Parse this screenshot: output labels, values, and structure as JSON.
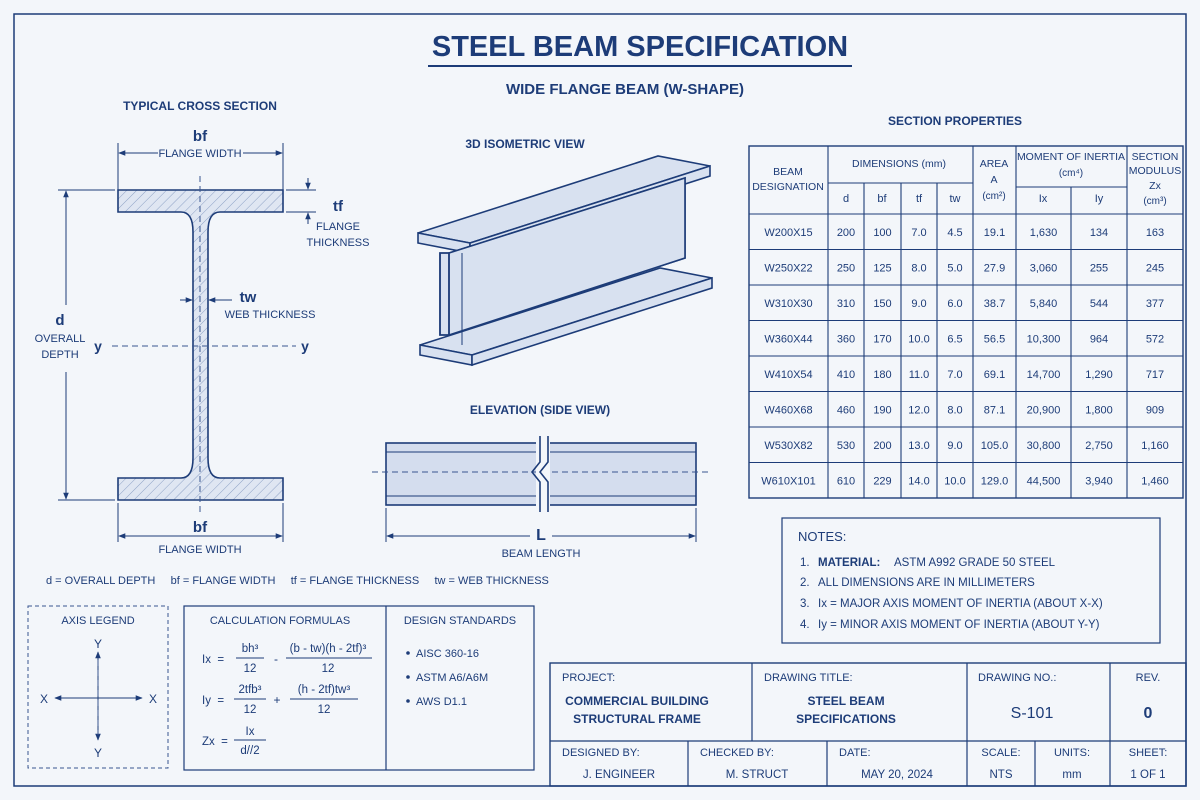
{
  "title": "STEEL BEAM SPECIFICATION",
  "subtitle": "WIDE FLANGE BEAM (W-SHAPE)",
  "cross_section": {
    "heading": "TYPICAL CROSS SECTION",
    "bf_symbol": "bf",
    "bf_label": "FLANGE WIDTH",
    "tf_symbol": "tf",
    "tf_label_1": "FLANGE",
    "tf_label_2": "THICKNESS",
    "tw_symbol": "tw",
    "tw_label": "WEB THICKNESS",
    "d_symbol": "d",
    "d_label_1": "OVERALL",
    "d_label_2": "DEPTH",
    "y_axis": "y",
    "bottom_bf_symbol": "bf",
    "bottom_bf_label": "FLANGE WIDTH",
    "abbreviations": "d = OVERALL DEPTH     bf = FLANGE WIDTH     tf = FLANGE THICKNESS     tw = WEB THICKNESS"
  },
  "iso_view": {
    "heading": "3D ISOMETRIC VIEW"
  },
  "elevation": {
    "heading": "ELEVATION (SIDE VIEW)",
    "length_symbol": "L",
    "length_label": "BEAM LENGTH"
  },
  "table": {
    "heading": "SECTION PROPERTIES",
    "h_designation_1": "BEAM",
    "h_designation_2": "DESIGNATION",
    "h_dimensions": "DIMENSIONS (mm)",
    "h_area_1": "AREA",
    "h_area_2": "A",
    "h_area_3": "(cm²)",
    "h_inertia_1": "MOMENT OF INERTIA",
    "h_inertia_2": "(cm⁴)",
    "h_modulus_1": "SECTION",
    "h_modulus_2": "MODULUS",
    "h_modulus_3": "Zx",
    "h_modulus_4": "(cm³)",
    "sub_headers": [
      "d",
      "bf",
      "tf",
      "tw",
      "Ix",
      "Iy"
    ],
    "rows": [
      [
        "W200X15",
        "200",
        "100",
        "7.0",
        "4.5",
        "19.1",
        "1,630",
        "134",
        "163"
      ],
      [
        "W250X22",
        "250",
        "125",
        "8.0",
        "5.0",
        "27.9",
        "3,060",
        "255",
        "245"
      ],
      [
        "W310X30",
        "310",
        "150",
        "9.0",
        "6.0",
        "38.7",
        "5,840",
        "544",
        "377"
      ],
      [
        "W360X44",
        "360",
        "170",
        "10.0",
        "6.5",
        "56.5",
        "10,300",
        "964",
        "572"
      ],
      [
        "W410X54",
        "410",
        "180",
        "11.0",
        "7.0",
        "69.1",
        "14,700",
        "1,290",
        "717"
      ],
      [
        "W460X68",
        "460",
        "190",
        "12.0",
        "8.0",
        "87.1",
        "20,900",
        "1,800",
        "909"
      ],
      [
        "W530X82",
        "530",
        "200",
        "13.0",
        "9.0",
        "105.0",
        "30,800",
        "2,750",
        "1,160"
      ],
      [
        "W610X101",
        "610",
        "229",
        "14.0",
        "10.0",
        "129.0",
        "44,500",
        "3,940",
        "1,460"
      ]
    ]
  },
  "notes": {
    "heading": "NOTES:",
    "n1_num": "1.",
    "n1_bold": "MATERIAL:",
    "n1_text": "ASTM A992 GRADE 50 STEEL",
    "n2_num": "2.",
    "n2_text": "ALL DIMENSIONS ARE IN MILLIMETERS",
    "n3_num": "3.",
    "n3_text": "Ix = MAJOR AXIS MOMENT OF INERTIA (ABOUT X-X)",
    "n4_num": "4.",
    "n4_text": "Iy = MINOR AXIS MOMENT OF INERTIA (ABOUT Y-Y)"
  },
  "axis_legend": {
    "heading": "AXIS LEGEND",
    "x": "X",
    "y": "Y"
  },
  "formulas": {
    "heading": "CALCULATION FORMULAS",
    "ix_label": "Ix  =",
    "ix_t1_num": "bh³",
    "ix_t1_den": "12",
    "ix_op": "-",
    "ix_t2_num": "(b - tw)(h - 2tf)³",
    "ix_t2_den": "12",
    "iy_label": "Iy  =",
    "iy_t1_num": "2tfb³",
    "iy_t1_den": "12",
    "iy_op": "+",
    "iy_t2_num": "(h - 2tf)tw³",
    "iy_t2_den": "12",
    "zx_label": "Zx  =",
    "zx_num": "Ix",
    "zx_den": "d//2"
  },
  "standards": {
    "heading": "DESIGN STANDARDS",
    "items": [
      "AISC 360-16",
      "ASTM A6/A6M",
      "AWS D1.1"
    ]
  },
  "title_block": {
    "project_label": "PROJECT:",
    "project_1": "COMMERCIAL BUILDING",
    "project_2": "STRUCTURAL FRAME",
    "drawing_title_label": "DRAWING TITLE:",
    "drawing_title_1": "STEEL BEAM",
    "drawing_title_2": "SPECIFICATIONS",
    "drawing_no_label": "DRAWING NO.:",
    "drawing_no": "S-101",
    "rev_label": "REV.",
    "rev": "0",
    "designed_label": "DESIGNED BY:",
    "designed": "J. ENGINEER",
    "checked_label": "CHECKED BY:",
    "checked": "M. STRUCT",
    "date_label": "DATE:",
    "date": "MAY 20, 2024",
    "scale_label": "SCALE:",
    "scale": "NTS",
    "units_label": "UNITS:",
    "units": "mm",
    "sheet_label": "SHEET:",
    "sheet": "1 OF 1"
  },
  "colors": {
    "ink": "#1d3c78",
    "paper": "#f3f6fa",
    "steel": "#d8e1f0"
  }
}
